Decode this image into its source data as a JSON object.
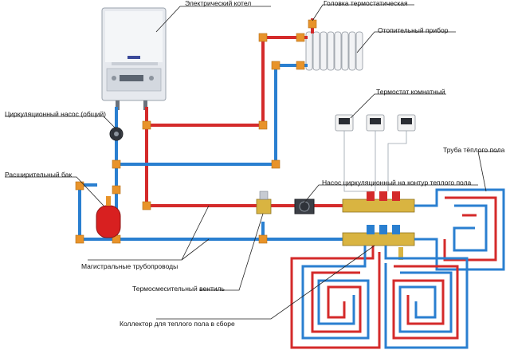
{
  "labels": {
    "boiler": "Электрический котел",
    "thermo_head": "Головка термостатическая",
    "radiator": "Отопительный прибор",
    "room_thermostat": "Термостат комнатный",
    "floor_pipe": "Труба тёплого пола",
    "pump_common": "Циркуляционный насос (общий)",
    "expansion_tank": "Расширительный бак",
    "floor_pump": "Насос циркуляционный на контур теплого пола",
    "main_pipes": "Магистральные трубопроводы",
    "mixing_valve": "Термосмесительный вентиль",
    "collector": "Коллектор для теплого пола в сборе"
  },
  "colors": {
    "hot": "#d42a2a",
    "cold": "#2a7fd0",
    "fitting": "#e8932a",
    "tank": "#d82020",
    "boiler_body": "#e6e9ee",
    "brass": "#d9b441"
  },
  "icons": {
    "boiler": "boiler-icon",
    "radiator": "radiator-icon",
    "thermostat": "thermostat-icon",
    "pump": "pump-icon",
    "tank": "expansion-tank-icon",
    "valve": "mixing-valve-icon",
    "collector": "collector-manifold-icon"
  }
}
